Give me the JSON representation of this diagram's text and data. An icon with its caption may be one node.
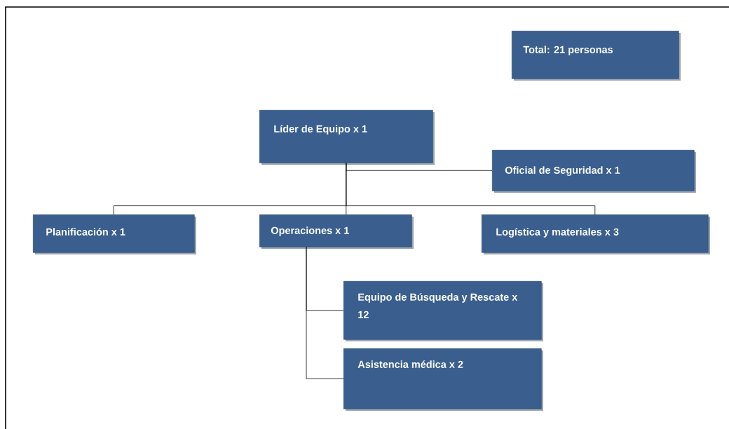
{
  "diagram": {
    "nodes": [
      {
        "text": [
          "Total: 21 personas"
        ]
      },
      {
        "text": [
          "Líder de Equipo x 1"
        ]
      },
      {
        "text": [
          "Oficial de Seguridad x 1"
        ]
      },
      {
        "text": [
          "Planificación x 1"
        ]
      },
      {
        "text": [
          "Operaciones  x 1"
        ]
      },
      {
        "text": [
          "Logística y materiales x 3"
        ]
      },
      {
        "text": [
          "Equipo de Búsqueda y Rescate x 12"
        ]
      },
      {
        "text": [
          "Asistencia médica x 2"
        ]
      }
    ],
    "edges": [
      {
        "from": 1,
        "to": 2,
        "arrow": "none"
      },
      {
        "from": 1,
        "to": 3,
        "arrow": "none"
      },
      {
        "from": 1,
        "to": 4,
        "arrow": "none"
      },
      {
        "from": 1,
        "to": 5,
        "arrow": "none"
      },
      {
        "from": 4,
        "to": 6,
        "arrow": "none"
      },
      {
        "from": 4,
        "to": 7,
        "arrow": "none"
      }
    ]
  }
}
